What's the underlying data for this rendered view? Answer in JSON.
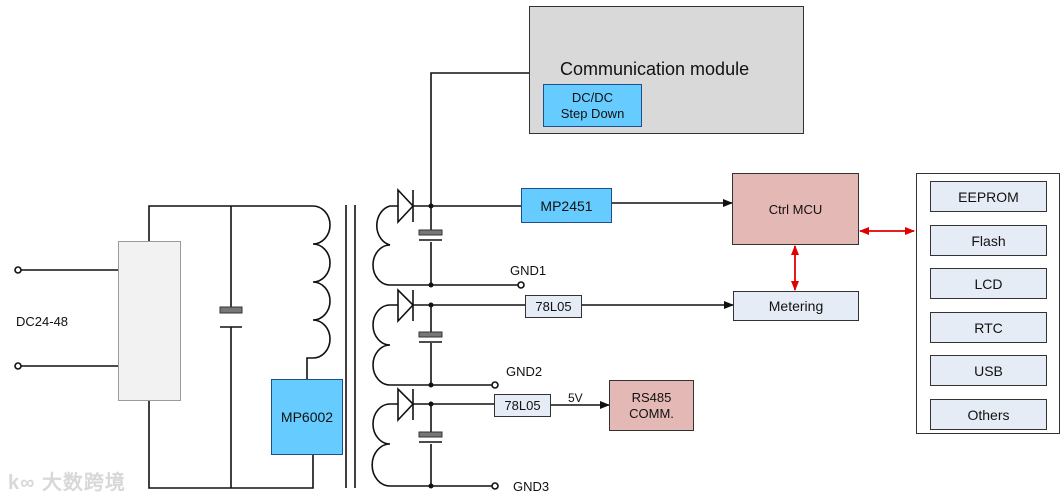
{
  "diagram": {
    "input_label": "DC24-48",
    "communication_module": {
      "title": "Communication module",
      "dcdc_line1": "DC/DC",
      "dcdc_line2": "Step Down"
    },
    "primary_controller": "MP6002",
    "regulator_1": "MP2451",
    "regulator_2": "78L05",
    "regulator_3": "78L05",
    "ctrl_mcu": "Ctrl MCU",
    "metering": "Metering",
    "rs485_line1": "RS485",
    "rs485_line2": "COMM.",
    "voltage_label": "5V",
    "grounds": [
      "GND1",
      "GND2",
      "GND3"
    ],
    "peripherals": [
      "EEPROM",
      "Flash",
      "LCD",
      "RTC",
      "USB",
      "Others"
    ],
    "watermark": "大数跨境",
    "colors": {
      "blue_block": "#66ccff",
      "pink_block": "#e4b8b4",
      "pale_block": "#e6ecf5",
      "comm_module": "#d9d9d9",
      "bus_arrow": "#e00000"
    }
  }
}
